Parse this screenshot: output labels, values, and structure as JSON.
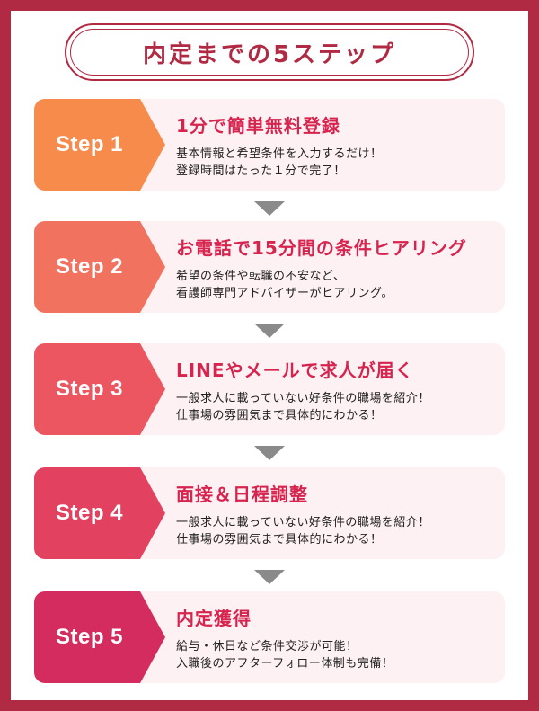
{
  "title": "内定までの5ステップ",
  "colors": {
    "frame": "#b02a43",
    "accent_text": "#d7244e",
    "card_bg": "#fdf1f3",
    "arrow": "#8a8a8a"
  },
  "steps": [
    {
      "label": "Step 1",
      "title": "1分で簡単無料登録",
      "desc1": "基本情報と希望条件を入力するだけ！",
      "desc2": "登録時間はたった１分で完了！",
      "color": "#f78b4c"
    },
    {
      "label": "Step 2",
      "title": "お電話で15分間の条件ヒアリング",
      "desc1": "希望の条件や転職の不安など、",
      "desc2": "看護師専門アドバイザーがヒアリング。",
      "color": "#f1735f"
    },
    {
      "label": "Step 3",
      "title": "LINEやメールで求人が届く",
      "desc1": "一般求人に載っていない好条件の職場を紹介！",
      "desc2": "仕事場の雰囲気まで具体的にわかる！",
      "color": "#eb5660"
    },
    {
      "label": "Step 4",
      "title": "面接＆日程調整",
      "desc1": "一般求人に載っていない好条件の職場を紹介！",
      "desc2": "仕事場の雰囲気まで具体的にわかる！",
      "color": "#e24260"
    },
    {
      "label": "Step 5",
      "title": "内定獲得",
      "desc1": "給与・休日など条件交渉が可能！",
      "desc2": "入職後のアフターフォロー体制も完備！",
      "color": "#d52c5f"
    }
  ]
}
